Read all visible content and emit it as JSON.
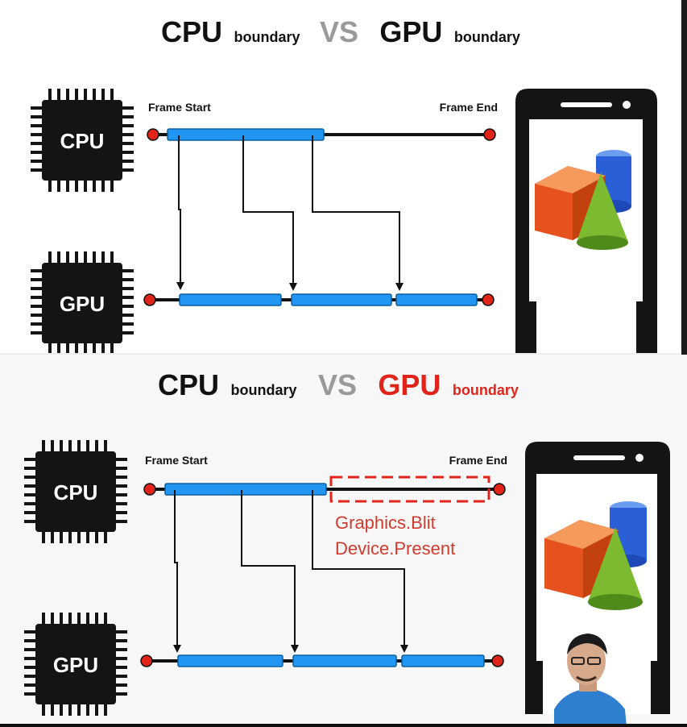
{
  "panels": [
    {
      "title": {
        "left_main": "CPU",
        "left_sub": "boundary",
        "vs": "VS",
        "right_main": "GPU",
        "right_sub": "boundary"
      },
      "chips": {
        "top": "CPU",
        "bottom": "GPU"
      },
      "frame": {
        "start": "Frame Start",
        "end": "Frame End"
      }
    },
    {
      "title": {
        "left_main": "CPU",
        "left_sub": "boundary",
        "vs": "VS",
        "right_main": "GPU",
        "right_sub": "boundary"
      },
      "chips": {
        "top": "CPU",
        "bottom": "GPU"
      },
      "frame": {
        "start": "Frame Start",
        "end": "Frame End"
      },
      "annotations": [
        "Graphics.Blit",
        "Device.Present"
      ]
    }
  ],
  "colors": {
    "bar": "#2196f3",
    "bar_outline": "#0b5fa0",
    "endpoint": "#e2231a",
    "highlight": "#d23a2e",
    "vs": "#9a9a9a",
    "chip": "#141414"
  }
}
